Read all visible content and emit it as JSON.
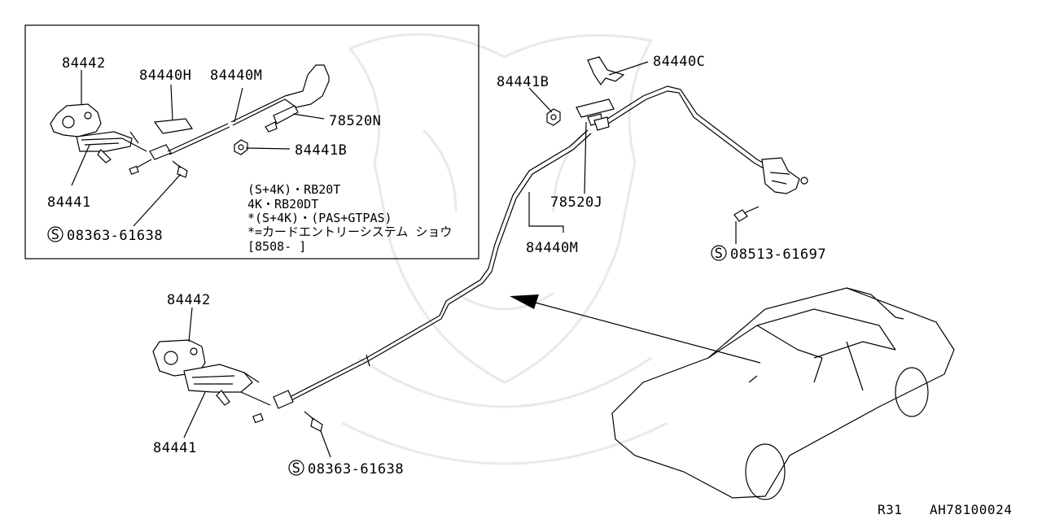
{
  "inset": {
    "labels": {
      "hinge": "84442",
      "label_h": "84440H",
      "cable": "84440M",
      "clip": "78520N",
      "nut": "84441B",
      "lock": "84441",
      "screw_prefix": "S",
      "screw": "08363-61638"
    },
    "notes": [
      "(S+4K)・RB20T",
      "4K・RB20DT",
      "*(S+4K)・(PAS+GTPAS)",
      "*=カードエントリーシステム ショウ",
      "[8508-     ]"
    ]
  },
  "main": {
    "labels": {
      "bracket": "84440C",
      "nut": "84441B",
      "clip": "78520J",
      "cable": "84440M",
      "hinge": "84442",
      "lock": "84441",
      "screw_a_prefix": "S",
      "screw_a": "08363-61638",
      "screw_b_prefix": "S",
      "screw_b": "08513-61697"
    }
  },
  "footer": {
    "model": "R31",
    "code": "AH78100024"
  }
}
